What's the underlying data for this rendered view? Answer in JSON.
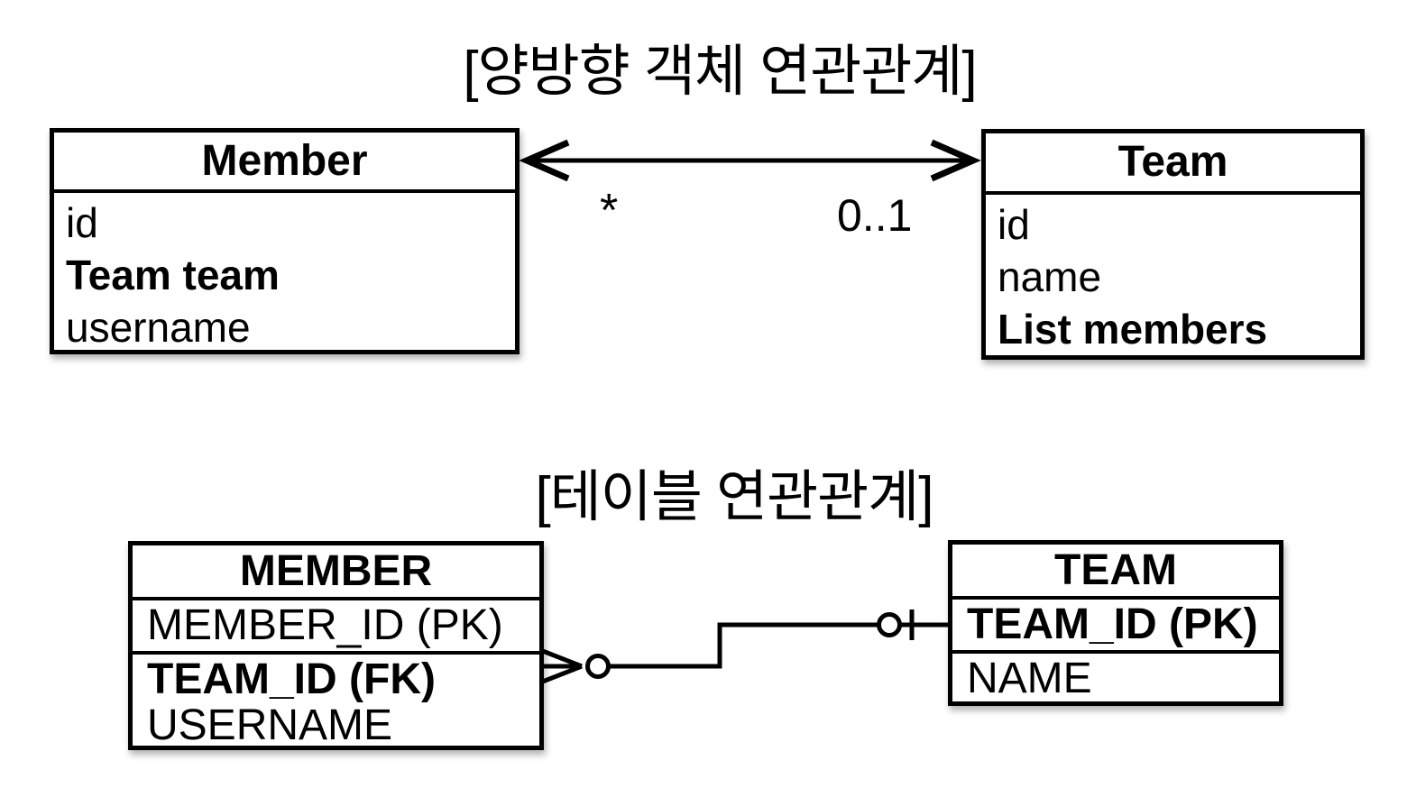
{
  "object_diagram": {
    "title": "[양방향 객체 연관관계]",
    "member_class": {
      "name": "Member",
      "fields": [
        "id",
        "Team team",
        "username"
      ]
    },
    "team_class": {
      "name": "Team",
      "fields": [
        "id",
        "name",
        "List members"
      ]
    },
    "association": {
      "member_side_multiplicity": "*",
      "team_side_multiplicity": "0..1"
    }
  },
  "table_diagram": {
    "title": "[테이블 연관관계]",
    "member_table": {
      "name": "MEMBER",
      "columns": [
        "MEMBER_ID (PK)",
        "TEAM_ID (FK)",
        "USERNAME"
      ]
    },
    "team_table": {
      "name": "TEAM",
      "columns": [
        "TEAM_ID (PK)",
        "NAME"
      ]
    }
  },
  "colors": {
    "line": "#000000",
    "background": "#ffffff"
  }
}
